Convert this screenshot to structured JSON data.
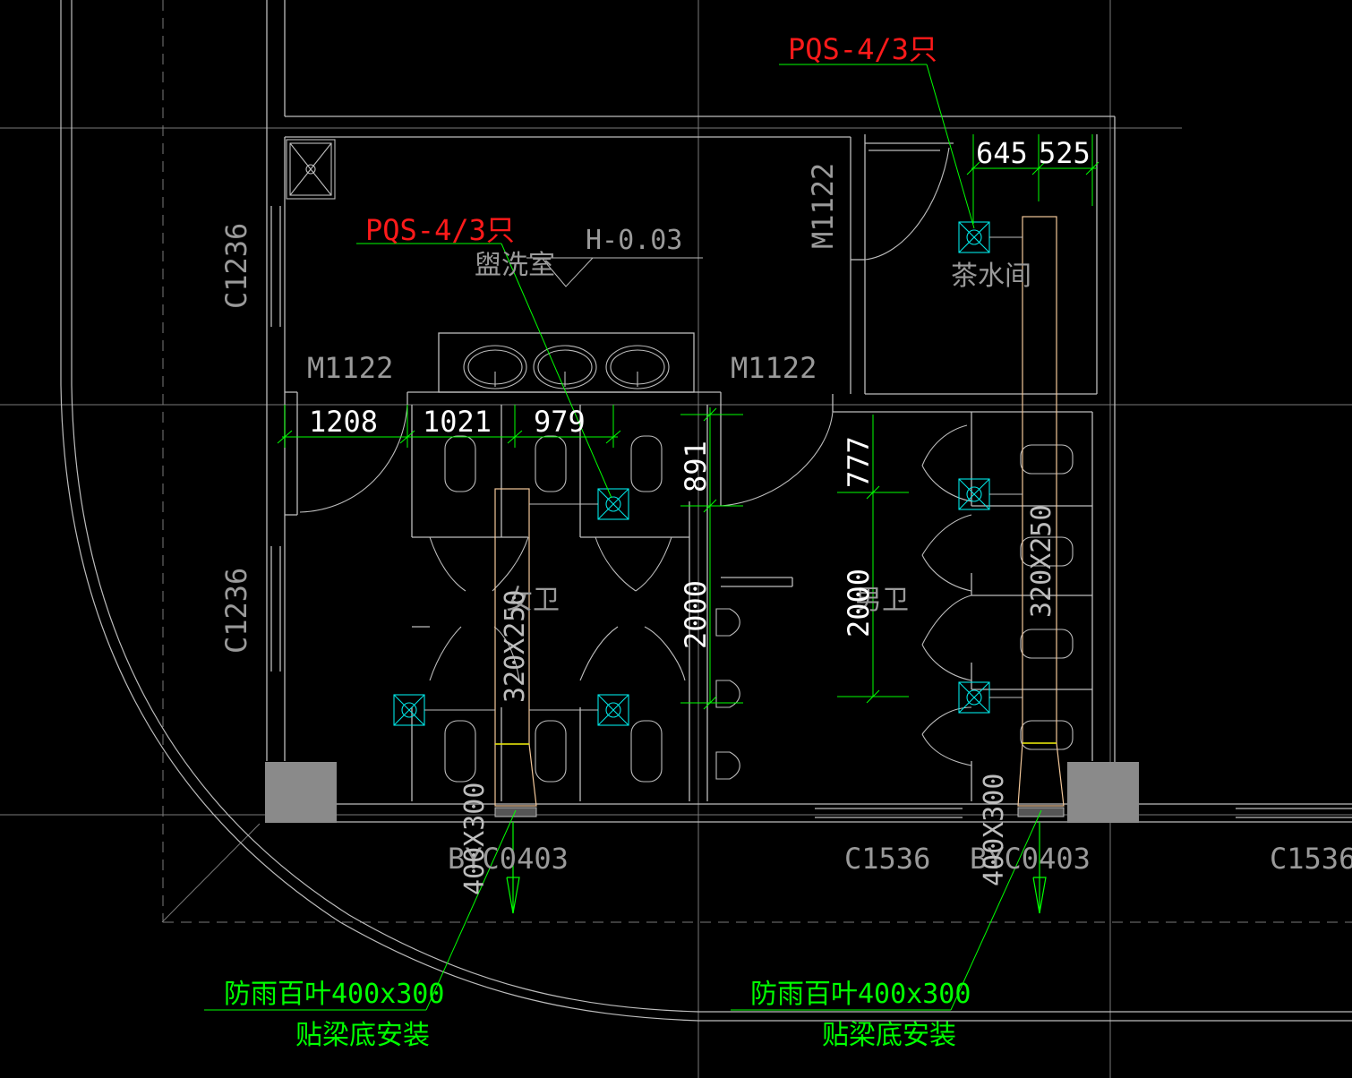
{
  "colors": {
    "background": "#000000",
    "wall": "#bdbdbd",
    "axis": "#7a7a7a",
    "dimension": "#00ff00",
    "leader": "#00ff00",
    "annotation_red": "#ff1a1a",
    "label_gray": "#9a9a9a",
    "duct": "#f2c79a",
    "duct_joint": "#e6e600",
    "fan": "#00e5e5",
    "column": "#8a8a8a"
  },
  "labels": {
    "fan_top": "PQS-4/3只",
    "fan_left": "PQS-4/3只",
    "room_wash": "盥洗室",
    "room_tea": "茶水间",
    "room_female": "女卫",
    "room_male": "男卫",
    "elevation": "H-0.03",
    "door_m1122_a": "M1122",
    "door_m1122_b": "M1122",
    "door_m1122_c": "M1122",
    "window_c1236_a": "C1236",
    "window_c1236_b": "C1236",
    "window_c1536_a": "C1536",
    "window_c1536_b": "C1536",
    "window_byc_a": "BYC0403",
    "window_byc_b": "BYC0403",
    "duct_left": "320X250",
    "duct_right": "320X250",
    "duct_outlet_left": "400X300",
    "duct_outlet_right": "400X300",
    "louver_left_line1": "防雨百叶400x300",
    "louver_left_line2": "贴梁底安装",
    "louver_right_line1": "防雨百叶400x300",
    "louver_right_line2": "贴梁底安装"
  },
  "dimensions": {
    "d1208": "1208",
    "d1021": "1021",
    "d979": "979",
    "d891": "891",
    "d2000_left": "2000",
    "d777": "777",
    "d2000_right": "2000",
    "d645": "645",
    "d525": "525"
  }
}
